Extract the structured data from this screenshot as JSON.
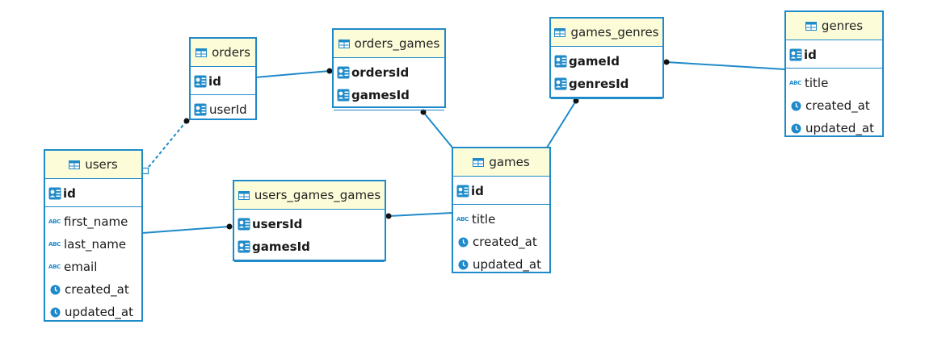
{
  "theme": {
    "border": "#1f8ac9",
    "header_bg": "#fcfdd8",
    "connector": "#1f8ac9"
  },
  "entities": {
    "orders": {
      "name": "orders",
      "keys": [
        "id"
      ],
      "columns": [
        "userId"
      ]
    },
    "orders_games": {
      "name": "orders_games",
      "keys": [
        "ordersId",
        "gamesId"
      ]
    },
    "games_genres": {
      "name": "games_genres",
      "keys": [
        "gameId",
        "genresId"
      ]
    },
    "genres": {
      "name": "genres",
      "keys": [
        "id"
      ],
      "columns": [
        "title",
        "created_at",
        "updated_at"
      ]
    },
    "users": {
      "name": "users",
      "keys": [
        "id"
      ],
      "columns": [
        "first_name",
        "last_name",
        "email",
        "created_at",
        "updated_at"
      ]
    },
    "users_games_games": {
      "name": "users_games_games",
      "keys": [
        "usersId",
        "gamesId"
      ]
    },
    "games": {
      "name": "games",
      "keys": [
        "id"
      ],
      "columns": [
        "title",
        "created_at",
        "updated_at"
      ]
    }
  },
  "column_types": {
    "id": "key-icon",
    "userId": "key-icon",
    "ordersId": "key-icon",
    "gamesId": "key-icon",
    "gameId": "key-icon",
    "genresId": "key-icon",
    "usersId": "key-icon",
    "title": "text-type-icon",
    "first_name": "text-type-icon",
    "last_name": "text-type-icon",
    "email": "text-type-icon",
    "created_at": "clock-icon",
    "updated_at": "clock-icon"
  },
  "relations": [
    {
      "from": "orders",
      "to": "orders_games",
      "style": "solid"
    },
    {
      "from": "orders",
      "to": "users",
      "style": "dashed"
    },
    {
      "from": "orders_games",
      "to": "games",
      "style": "solid"
    },
    {
      "from": "games_genres",
      "to": "games",
      "style": "solid"
    },
    {
      "from": "games_genres",
      "to": "genres",
      "style": "solid"
    },
    {
      "from": "users",
      "to": "users_games_games",
      "style": "solid"
    },
    {
      "from": "users_games_games",
      "to": "games",
      "style": "solid"
    }
  ]
}
